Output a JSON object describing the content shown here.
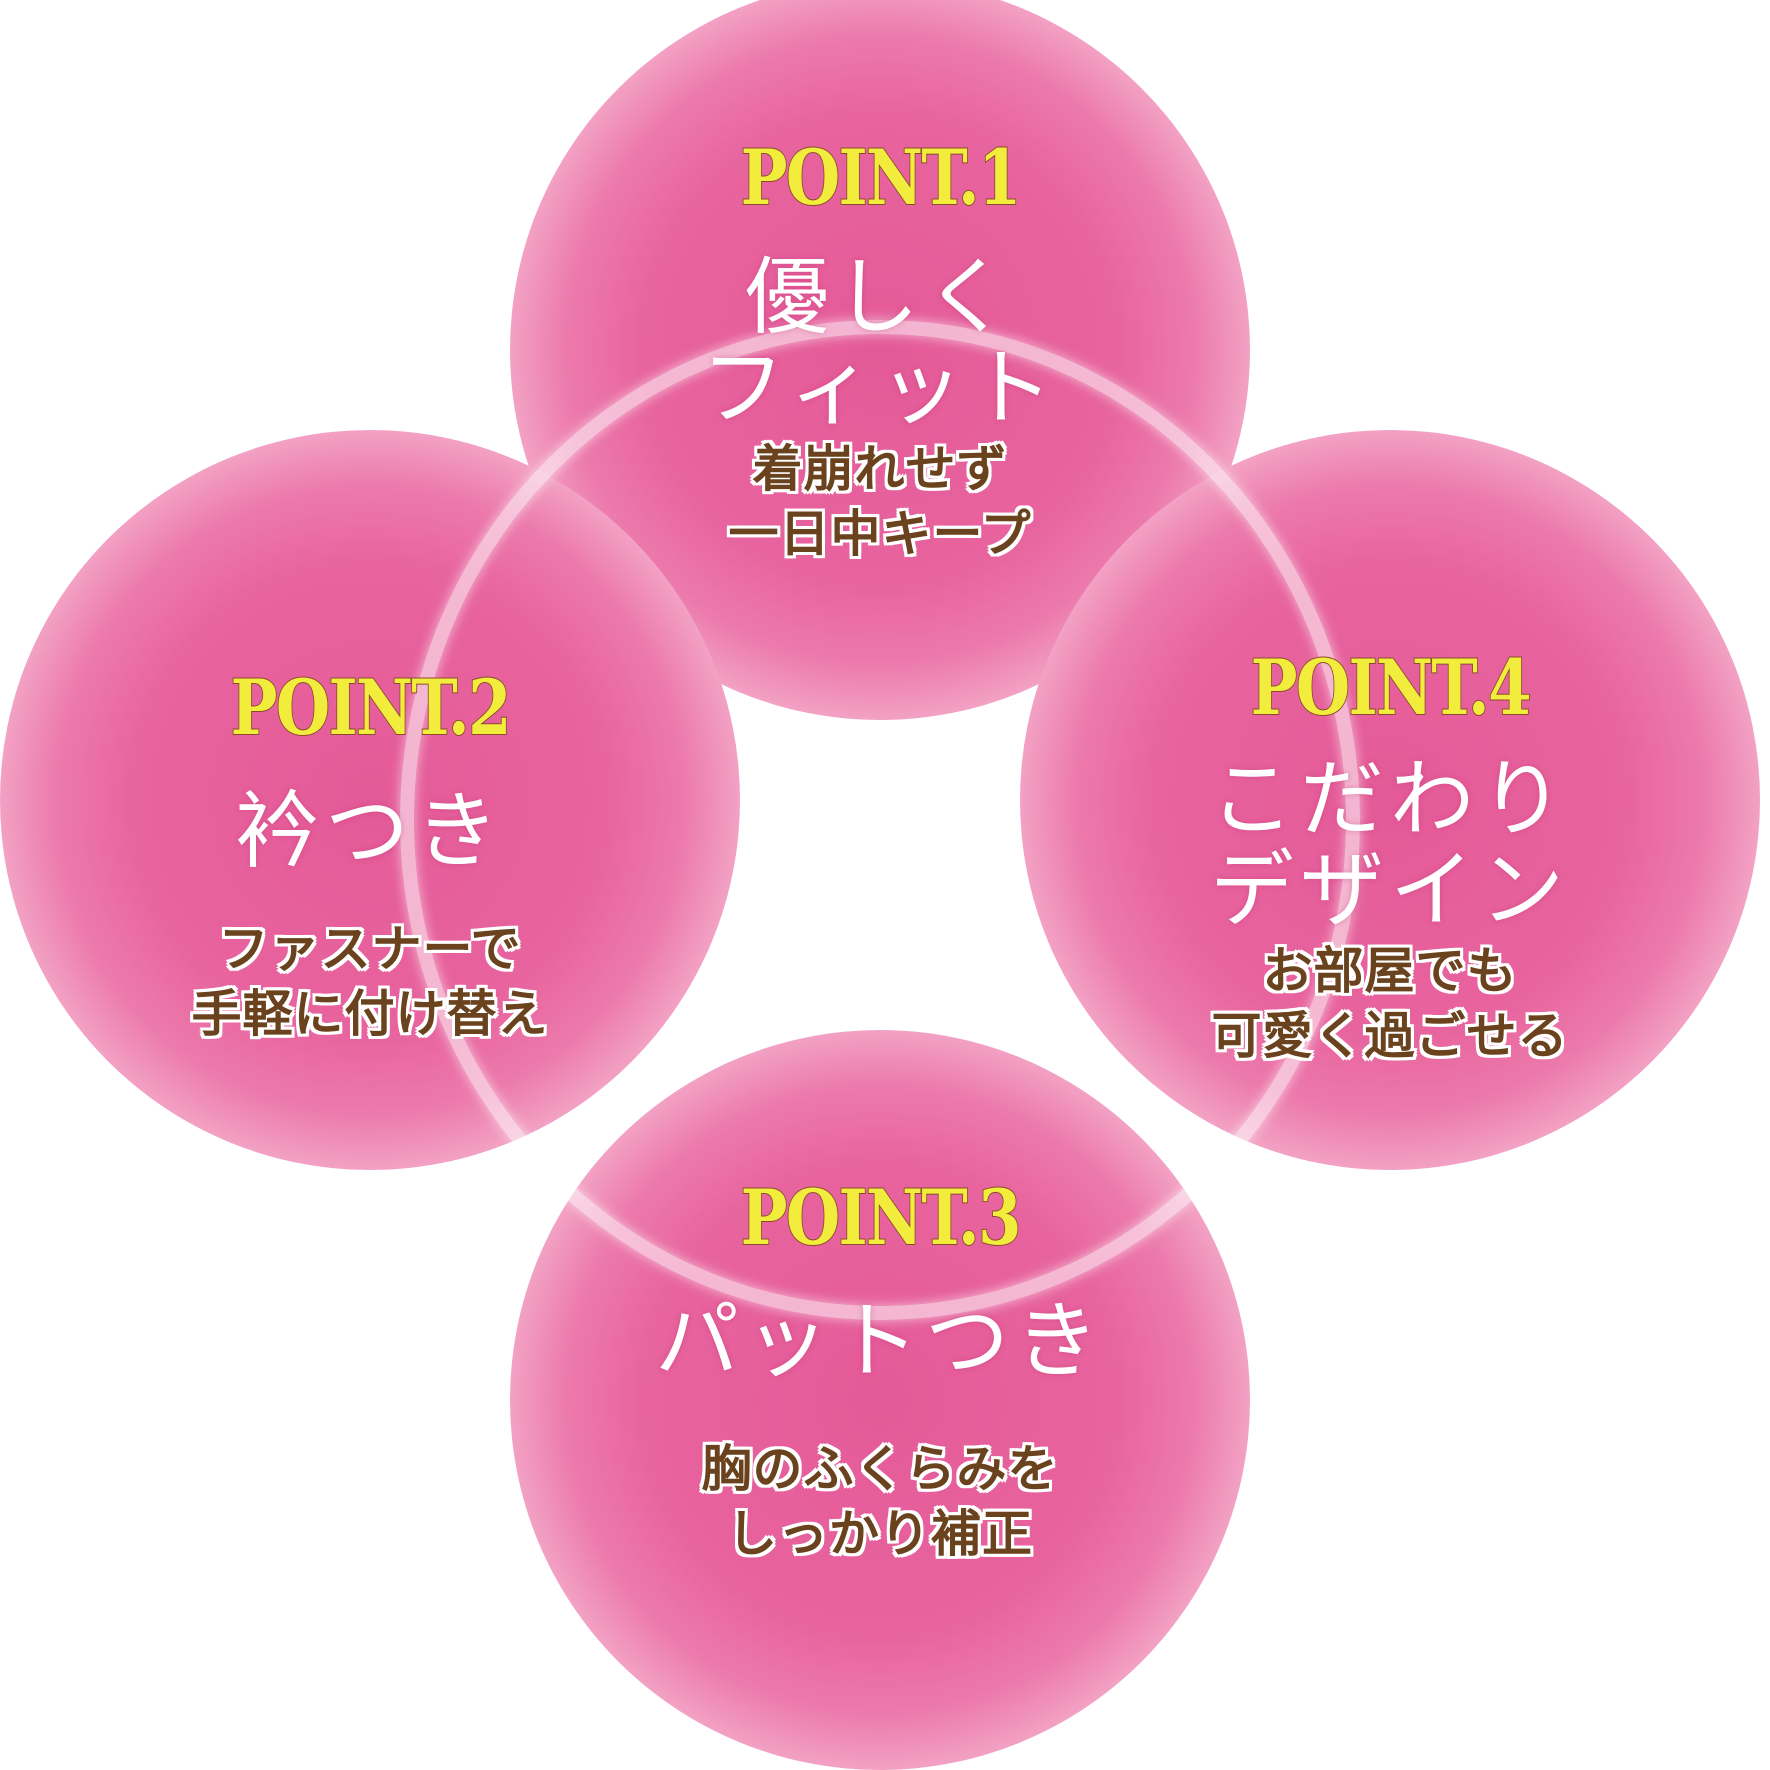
{
  "colors": {
    "pink": "#e8649e",
    "point_yellow": "#f2ec3c",
    "point_outline": "#8a4a2a",
    "body_brown": "#6a431e",
    "headline_white": "#ffffff"
  },
  "points": [
    {
      "label": "POINT.1",
      "headline": [
        "優しく",
        "フィット"
      ],
      "description": [
        "着崩れせず",
        "一日中キープ"
      ]
    },
    {
      "label": "POINT.2",
      "headline": [
        "衿つき"
      ],
      "description": [
        "ファスナーで",
        "手軽に付け替え"
      ]
    },
    {
      "label": "POINT.3",
      "headline": [
        "パットつき"
      ],
      "description": [
        "胸のふくらみを",
        "しっかり補正"
      ]
    },
    {
      "label": "POINT.4",
      "headline": [
        "こだわり",
        "デザイン"
      ],
      "description": [
        "お部屋でも",
        "可愛く過ごせる"
      ]
    }
  ]
}
